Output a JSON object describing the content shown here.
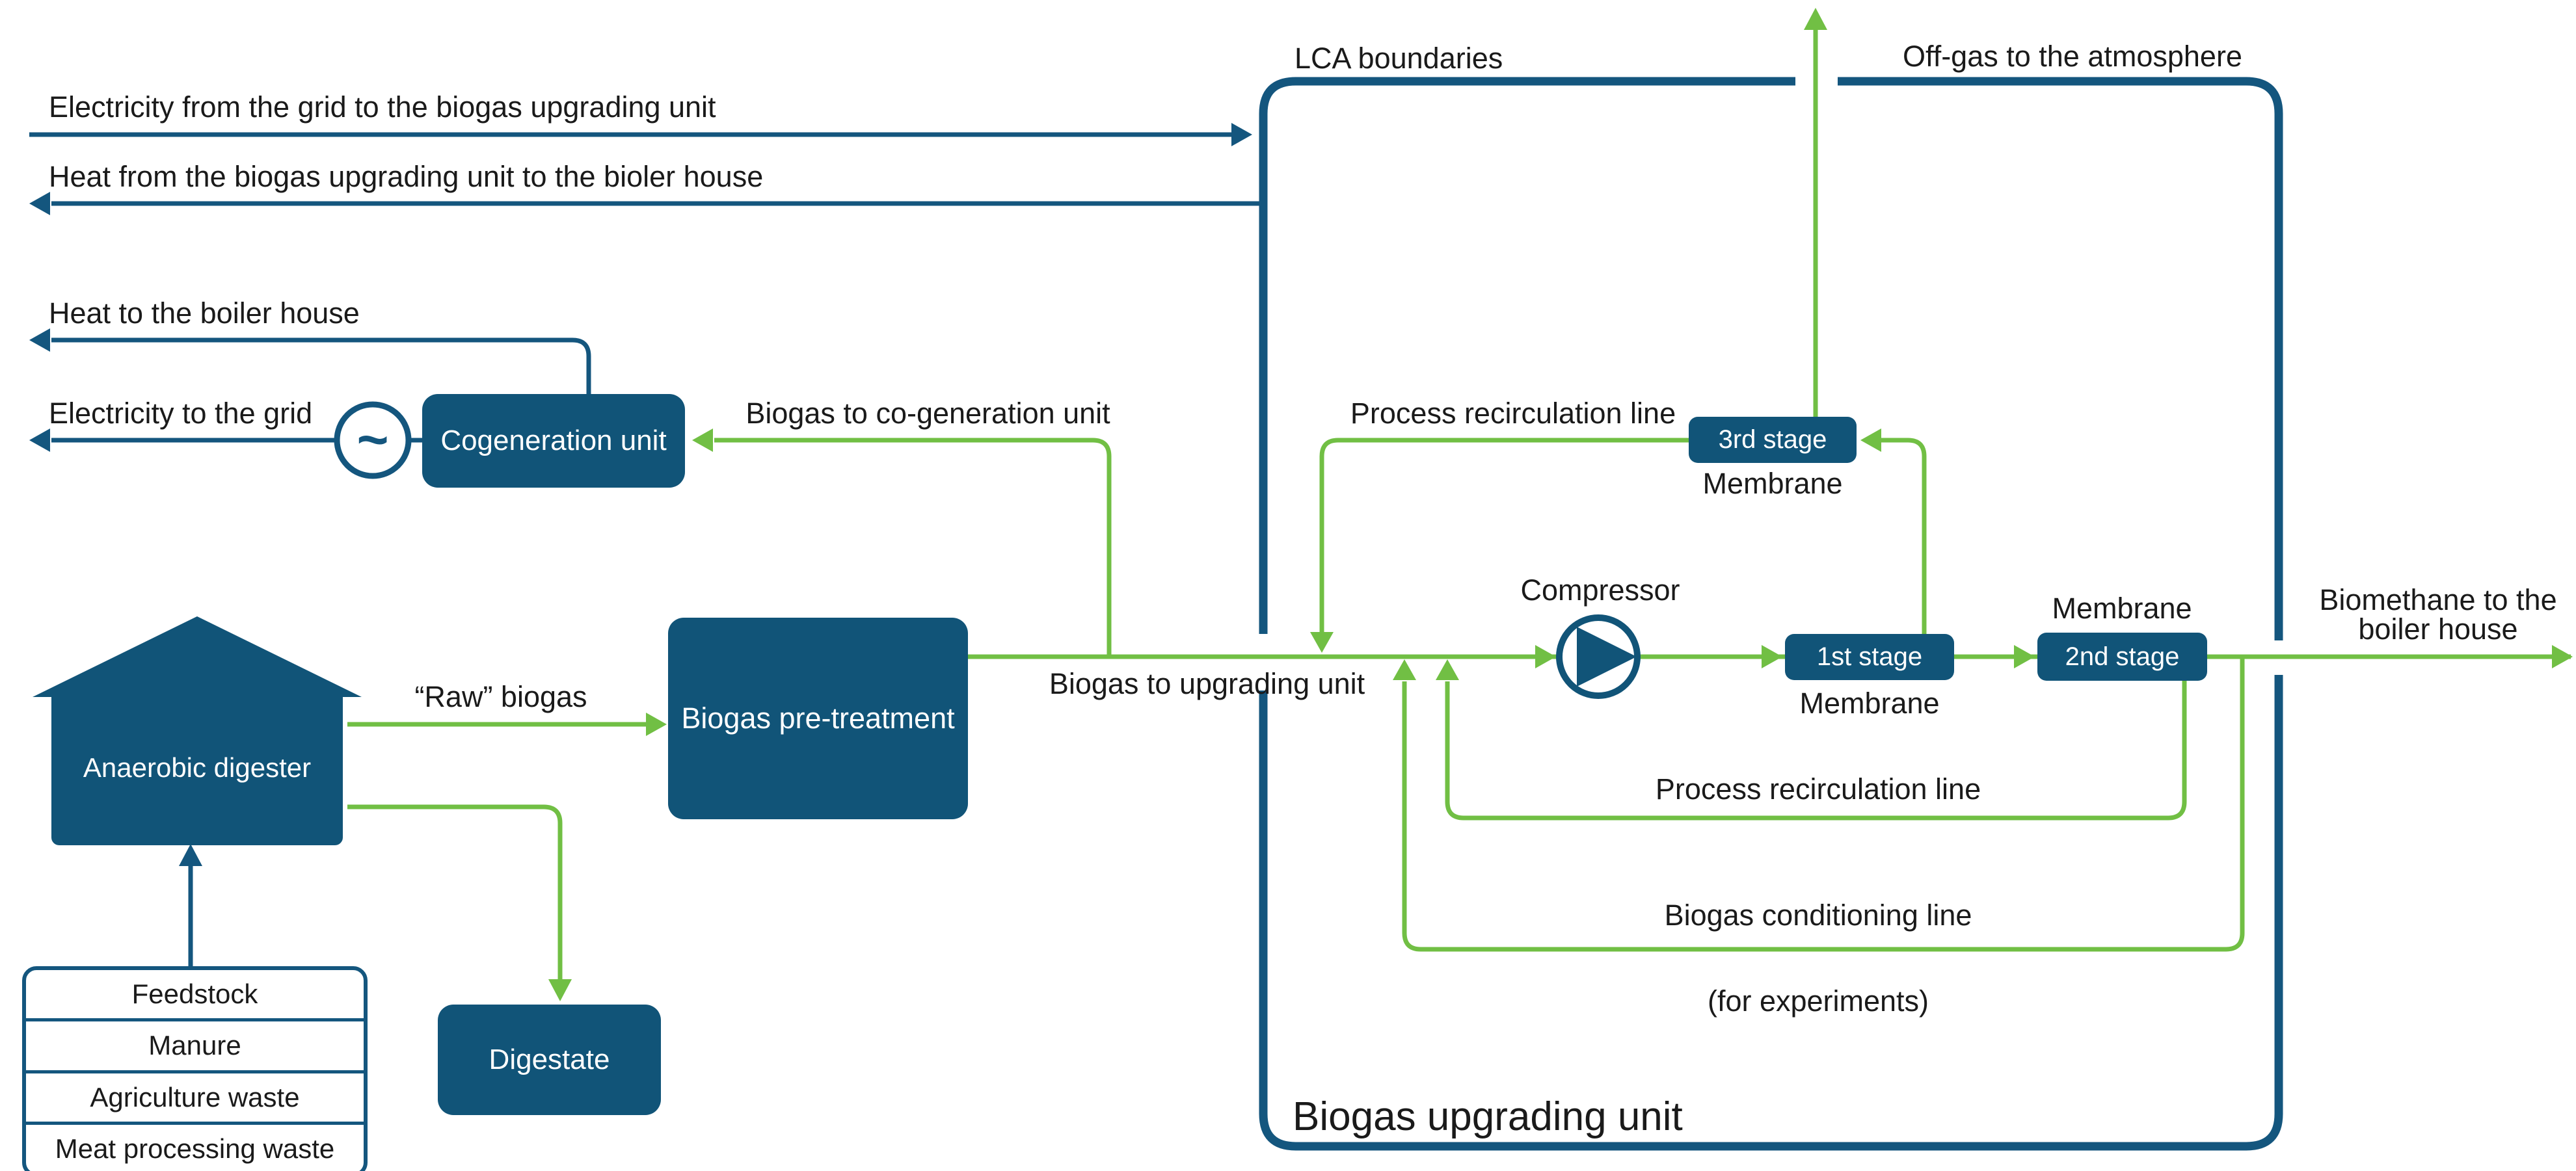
{
  "colors": {
    "box_fill": "#115478",
    "line_blue": "#14567E",
    "line_green": "#71BF44",
    "text": "#1a1a1a",
    "background": "#ffffff"
  },
  "boundary": {
    "label": "LCA boundaries",
    "title": "Biogas upgrading unit"
  },
  "external_flows": {
    "electricity_in": "Electricity from the grid to the biogas upgrading unit",
    "heat_out": "Heat from the biogas upgrading unit to the bioler house",
    "heat_to_boiler": "Heat to the boiler house",
    "electricity_to_grid": "Electricity to the grid",
    "offgas": "Off-gas to the atmosphere",
    "biomethane": "Biomethane to the boiler house"
  },
  "nodes": {
    "digester": "Anaerobic digester",
    "pretreatment": "Biogas pre-treatment",
    "cogeneration": "Cogeneration unit",
    "digestate": "Digestate",
    "compressor": "Compressor",
    "stage1": "1st stage",
    "stage2": "2nd stage",
    "stage3": "3rd stage",
    "membrane_stage1": "Membrane",
    "membrane_stage2": "Membrane",
    "membrane_stage3": "Membrane"
  },
  "feedstock_table": {
    "rows": [
      "Feedstock",
      "Manure",
      "Agriculture waste",
      "Meat processing waste"
    ]
  },
  "flow_labels": {
    "raw_biogas": "“Raw” biogas",
    "biogas_to_cogen": "Biogas to co-generation unit",
    "biogas_to_upgrading": "Biogas to upgrading unit",
    "recirculation_top": "Process recirculation line",
    "recirculation_bottom": "Process recirculation line",
    "conditioning": "Biogas conditioning line",
    "conditioning_note": "(for experiments)"
  },
  "icons": {
    "generator_symbol": "~",
    "compressor_icon": "circle-with-right-triangle",
    "arrowhead_icon": "filled-triangle"
  }
}
